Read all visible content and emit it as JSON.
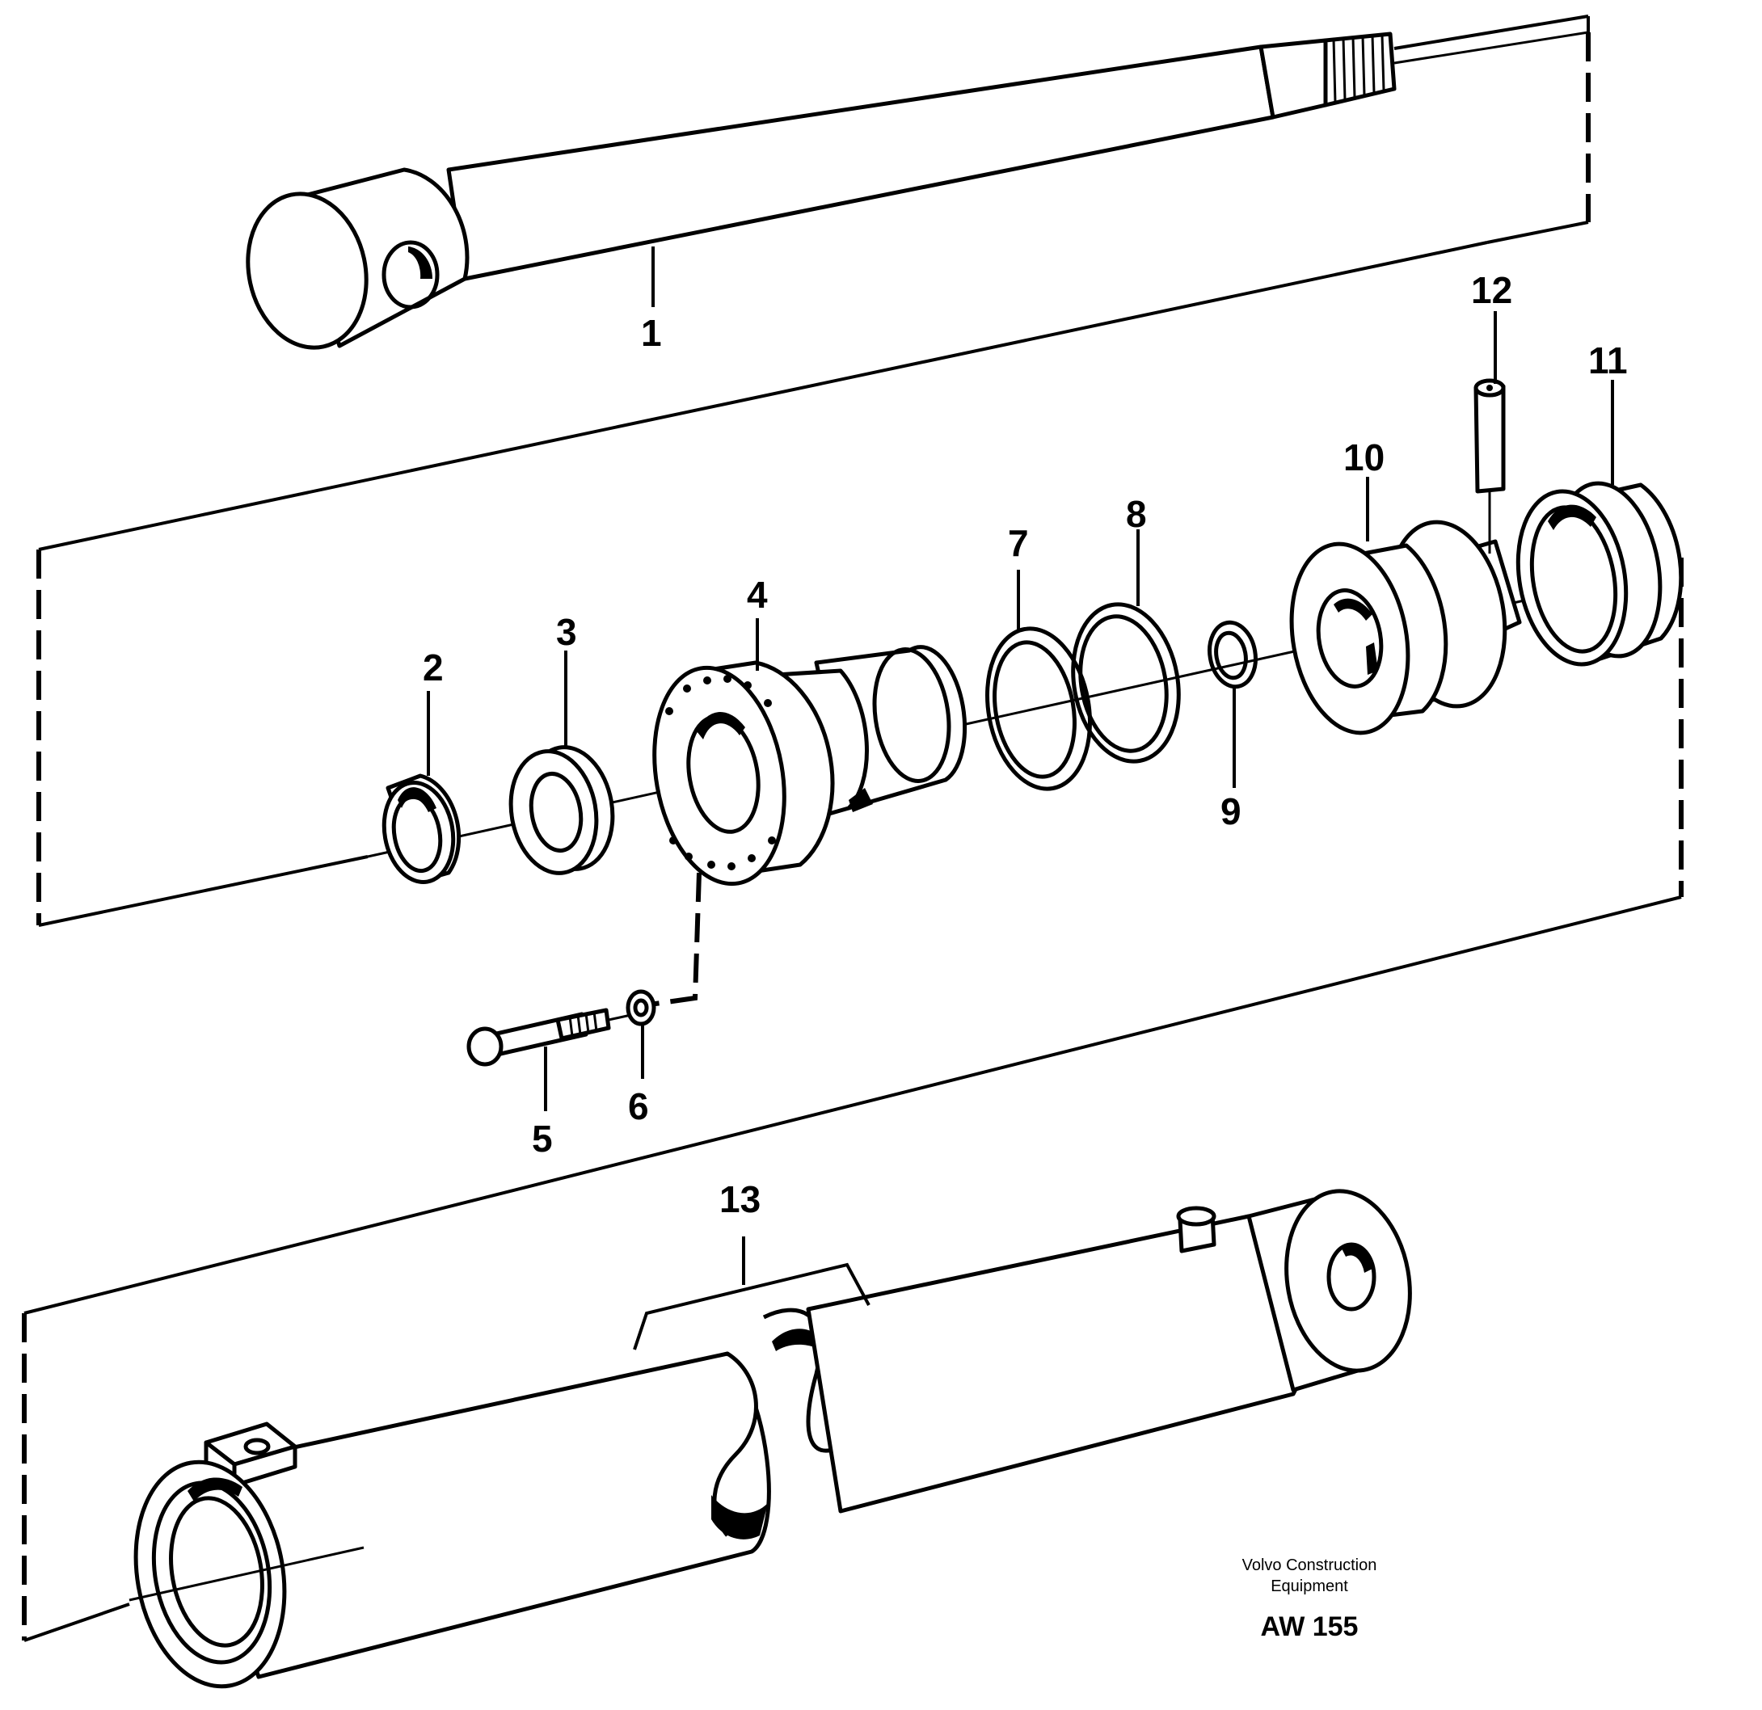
{
  "diagram": {
    "callouts": [
      "1",
      "2",
      "3",
      "4",
      "5",
      "6",
      "7",
      "8",
      "9",
      "10",
      "11",
      "12",
      "13"
    ],
    "brand_line1": "Volvo Construction",
    "brand_line2": "Equipment",
    "figure_code": "AW 155"
  }
}
